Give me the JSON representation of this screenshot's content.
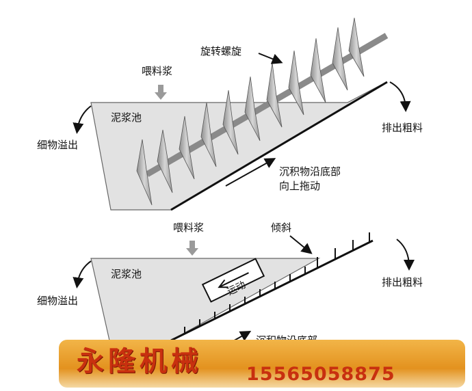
{
  "top_diagram": {
    "tank_label": "泥浆池",
    "feed_label": "喂料浆",
    "fine_overflow_label": "细物溢出",
    "coarse_discharge_label": "排出粗料",
    "screw_label": "旋转螺旋",
    "sediment_label_line1": "沉积物沿底部",
    "sediment_label_line2": "向上拖动"
  },
  "bottom_diagram": {
    "tank_label": "泥浆池",
    "feed_label": "喂料浆",
    "fine_overflow_label": "细物溢出",
    "coarse_discharge_label": "排出粗料",
    "incline_label": "倾斜",
    "motion_label": "运动",
    "sediment_label_partial": "沉积物沿底部"
  },
  "banner": {
    "brand": "永隆机械",
    "phone": "15565058875"
  },
  "colors": {
    "tank_fill": "#e2e2e2",
    "blade_fill": "#bdbdbd",
    "brand_red": "#c8300f",
    "banner_orange": "#e79a2a"
  }
}
